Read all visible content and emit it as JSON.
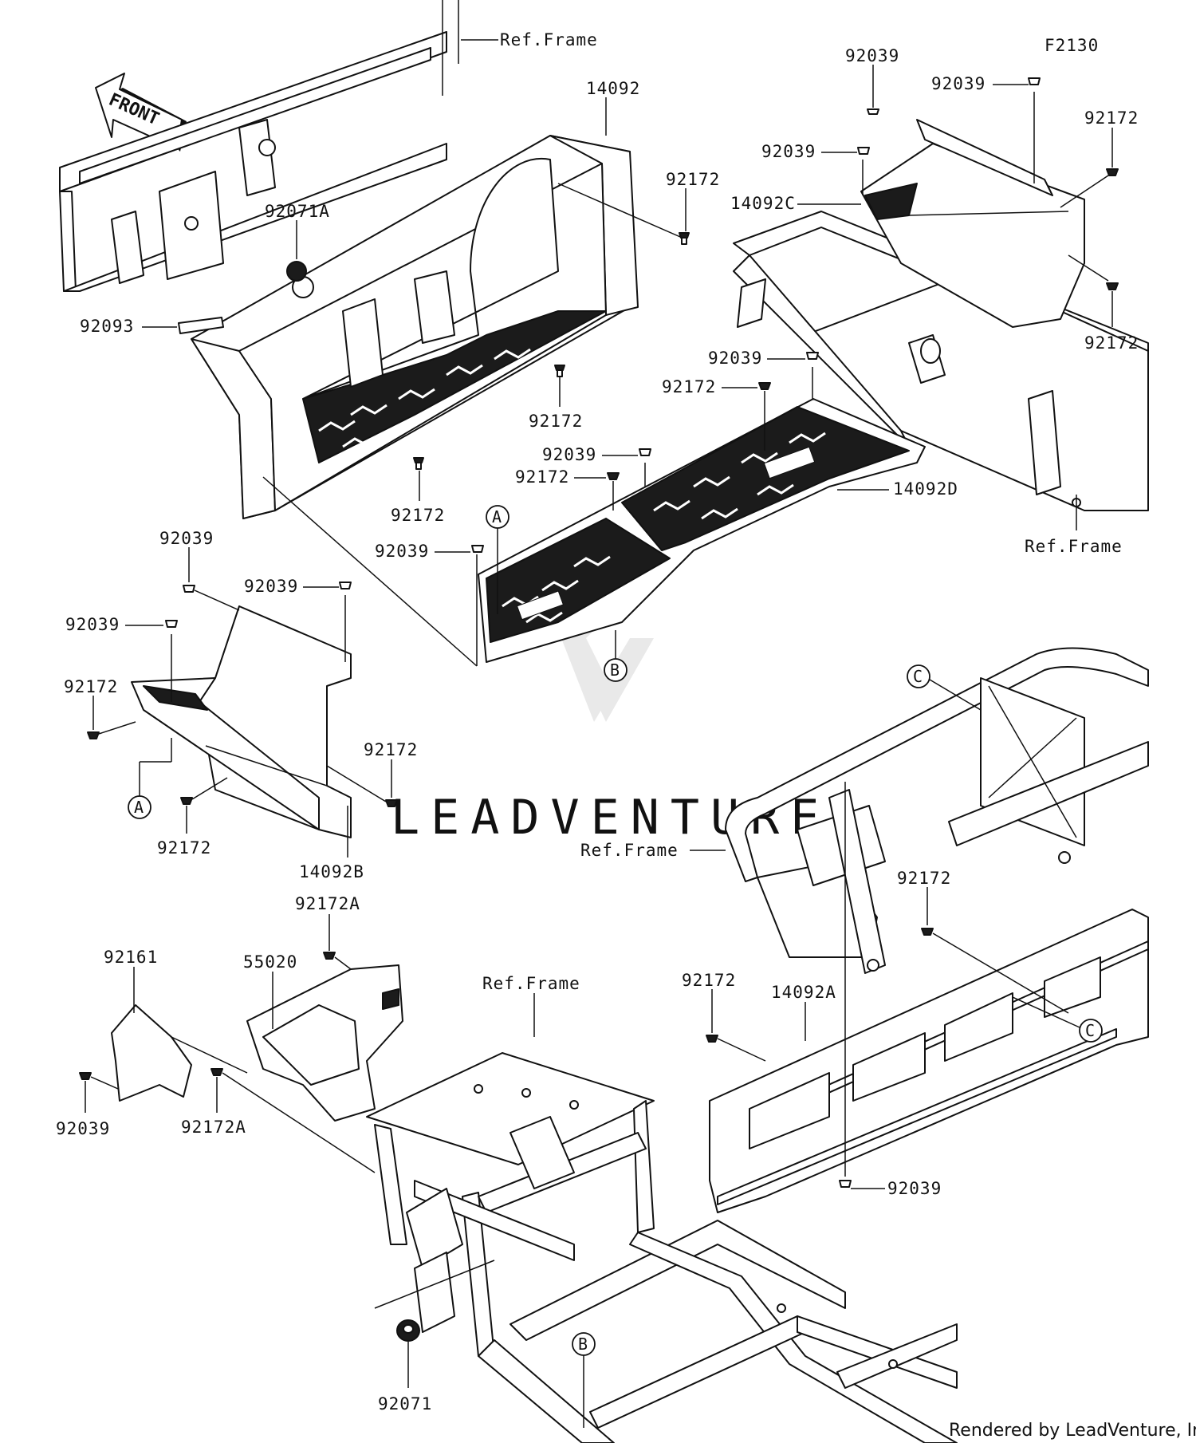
{
  "diagram_code": "F2130",
  "front_arrow_text": "FRONT",
  "watermark": "LEADVENTURE",
  "footer": "Rendered by LeadVenture, Inc.",
  "ref_labels": {
    "ref_top": "Ref.Frame",
    "ref_right_top": "Ref.Frame",
    "ref_mid": "Ref.Frame",
    "ref_bottom": "Ref.Frame"
  },
  "callouts": {
    "a_top": "A",
    "a_left": "A",
    "b_mat": "B",
    "b_frame": "B",
    "c_top": "C",
    "c_right": "C"
  },
  "parts": {
    "p14092": "14092",
    "p92172_top": "92172",
    "p92071A": "92071A",
    "p92093": "92093",
    "p92172_mid": "92172",
    "p92172_floor": "92172",
    "p92039_r1": "92039",
    "p92039_r2": "92039",
    "p92039_r3": "92039",
    "p14092C": "14092C",
    "p92172_r1": "92172",
    "p92172_r2": "92172",
    "p92039_m1": "92039",
    "p92172_m1": "92172",
    "p92039_m2": "92039",
    "p92172_m2": "92172",
    "p14092D": "14092D",
    "p92039_m3": "92039",
    "p92039_l1": "92039",
    "p92039_l2": "92039",
    "p92039_l3": "92039",
    "p92172_l1": "92172",
    "p92172_l2": "92172",
    "p92172_l3": "92172",
    "p14092B": "14092B",
    "p92172A_top": "92172A",
    "p92161": "92161",
    "p55020": "55020",
    "p92039_b1": "92039",
    "p92172A_bot": "92172A",
    "p92172_br1": "92172",
    "p92172_br2": "92172",
    "p14092A": "14092A",
    "p92039_br": "92039",
    "p92071": "92071"
  }
}
